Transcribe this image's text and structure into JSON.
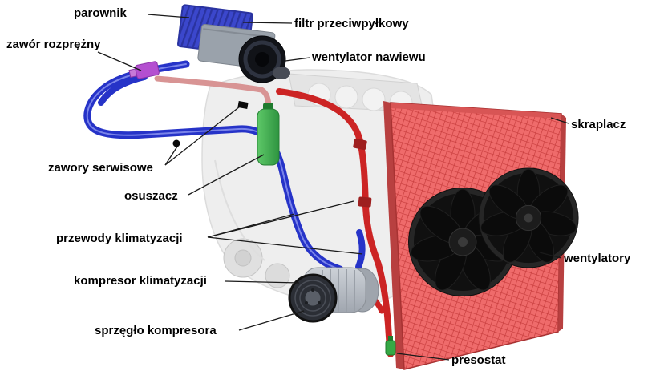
{
  "diagram": {
    "labels": [
      {
        "id": "parownik",
        "text": "parownik"
      },
      {
        "id": "filtr-przeciwpylkowy",
        "text": "filtr przeciwpyłkowy"
      },
      {
        "id": "zawor-rozprezny",
        "text": "zawór rozprężny"
      },
      {
        "id": "wentylator-nawiewu",
        "text": "wentylator nawiewu"
      },
      {
        "id": "skraplacz",
        "text": "skraplacz"
      },
      {
        "id": "zawory-serwisowe",
        "text": "zawory serwisowe"
      },
      {
        "id": "osuszacz",
        "text": "osuszacz"
      },
      {
        "id": "przewody-klimatyzacji",
        "text": "przewody klimatyzacji"
      },
      {
        "id": "kompresor-klimatyzacji",
        "text": "kompresor klimatyzacji"
      },
      {
        "id": "wentylatory",
        "text": "wentylatory"
      },
      {
        "id": "sprzeglo-kompresora",
        "text": "sprzęgło kompresora"
      },
      {
        "id": "presostat",
        "text": "presostat"
      }
    ],
    "colors": {
      "background": "#ffffff",
      "label_text": "#000000",
      "leader_line": "#1a1a1a",
      "evaporator_blue": "#3b47cc",
      "pipe_blue": "#2633c8",
      "pipe_pink": "#d89494",
      "pipe_red": "#cc2424",
      "dryer_green": "#3aa84a",
      "condenser_red": "#ef6b6b",
      "condenser_mesh": "#c53a3a",
      "condenser_frame": "#b84040",
      "fan_black": "#101010",
      "compressor_gray": "#b9bec5",
      "engine_gray": "#eeeeee",
      "valve_purple": "#b44fd0",
      "presostat_green": "#35a845"
    }
  }
}
